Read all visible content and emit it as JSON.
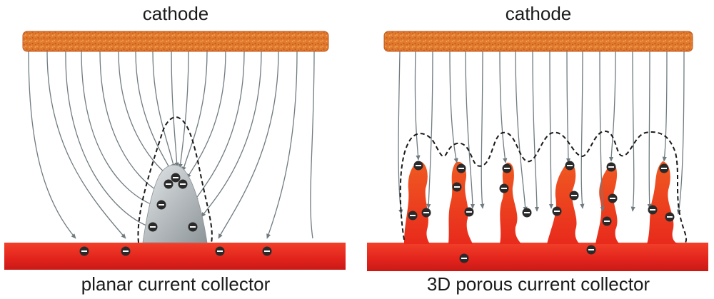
{
  "panels": [
    {
      "top_label": "cathode",
      "bottom_label": "planar current collector"
    },
    {
      "top_label": "cathode",
      "bottom_label": "3D porous current collector"
    }
  ],
  "colors": {
    "cathode": "#e8782a",
    "collector": "#e8261f",
    "field_line": "#6f7b80",
    "dendrite_planar": "#b9bfc1",
    "dendrite_porous": "#f0451d"
  },
  "icons": {
    "electron": "electron-minus-icon"
  }
}
